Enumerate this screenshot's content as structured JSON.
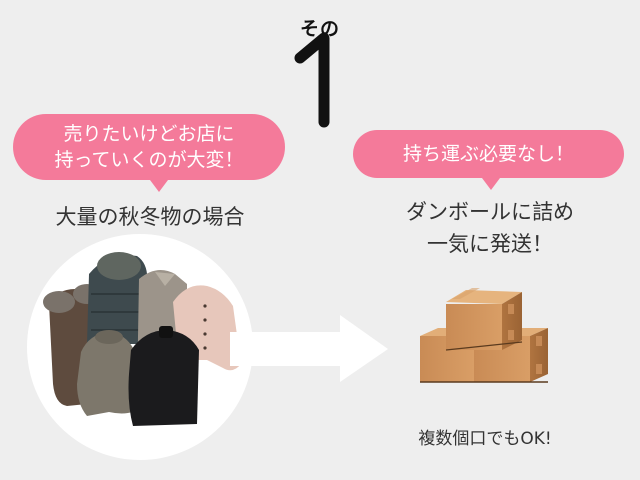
{
  "header": {
    "step_label": "その",
    "step_number": "1"
  },
  "left": {
    "bubble_lines": [
      "売りたいけどお店に",
      "持っていくのが大変！"
    ],
    "caption": "大量の秋冬物の場合",
    "image_alt": "winter clothes (coats, down jacket, cardigan, sweaters)"
  },
  "right": {
    "bubble_text": "持ち運ぶ必要なし！",
    "caption_lines": [
      "ダンボールに詰め",
      "一気に発送！"
    ],
    "image_alt": "stacked cardboard boxes",
    "note": "複数個口でもOK!"
  },
  "colors": {
    "background": "#eeeeee",
    "bubble": "#f47a9a",
    "bubble_text": "#ffffff",
    "text": "#333333",
    "arrow": "#ffffff"
  }
}
